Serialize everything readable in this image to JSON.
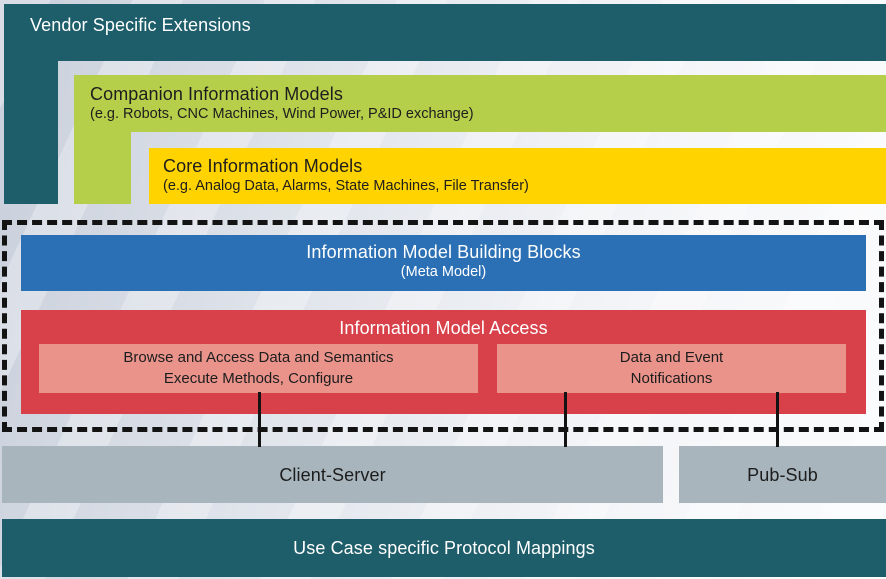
{
  "palette": {
    "teal": "#1E5D6A",
    "green": "#B5CF4B",
    "yellow": "#FFD300",
    "blue": "#2B70B5",
    "red": "#D8414A",
    "salmon": "#E9938B",
    "gray": "#A8B5BC",
    "line_black": "#131313",
    "bg_left": "#C9CFDB",
    "bg_right": "#FBFCFD",
    "text_light": "#FFFFFF",
    "text_dark": "#1D1D1D"
  },
  "layers": {
    "vendor_extensions": {
      "title": "Vendor Specific Extensions"
    },
    "companion_models": {
      "title": "Companion Information Models",
      "subtitle": "(e.g. Robots, CNC Machines, Wind Power, P&ID exchange)"
    },
    "core_models": {
      "title": "Core Information Models",
      "subtitle": "(e.g. Analog Data, Alarms, State Machines, File Transfer)"
    },
    "building_blocks": {
      "title": "Information Model Building Blocks",
      "subtitle": "(Meta Model)"
    },
    "model_access": {
      "title": "Information Model Access",
      "browse_box": {
        "line1": "Browse and Access Data and Semantics",
        "line2": "Execute Methods, Configure"
      },
      "notify_box": {
        "line1": "Data and Event",
        "line2": "Notifications"
      }
    },
    "transports": {
      "client_server": "Client-Server",
      "pub_sub": "Pub-Sub"
    },
    "protocol_mappings": {
      "title": "Use Case specific Protocol Mappings"
    }
  }
}
